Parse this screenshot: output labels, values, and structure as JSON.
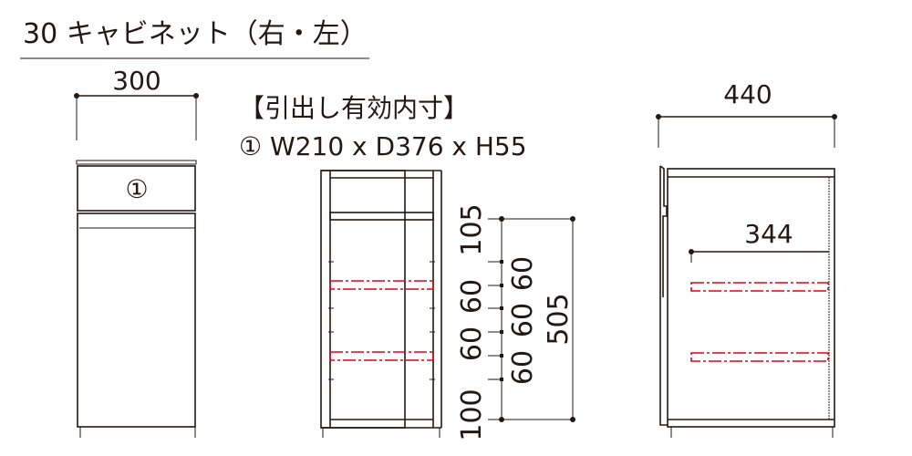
{
  "title": "30 キャビネット（右・左）",
  "front_view": {
    "width_label": "300",
    "drawer_label": "①"
  },
  "drawer_info": {
    "heading": "【引出し有効内寸】",
    "dimensions": "① W210 x D376 x H55"
  },
  "section_view": {
    "pitch_labels_left": [
      "105",
      "60",
      "60",
      "100"
    ],
    "pitch_labels_right": [
      "60",
      "60",
      "60"
    ],
    "total_height_label": "505"
  },
  "side_view": {
    "depth_label": "440",
    "inner_depth_label": "344"
  },
  "colors": {
    "line": "#231815",
    "shelf_dashed": "#e60012"
  }
}
